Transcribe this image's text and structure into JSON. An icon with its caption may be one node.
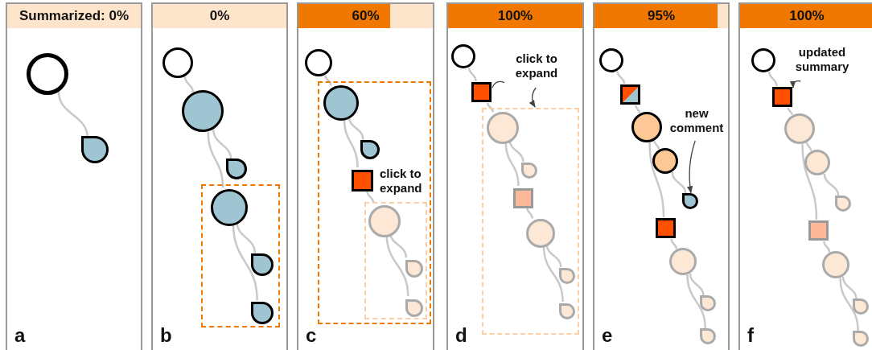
{
  "diagram": {
    "nodes": [
      {
        "text": [
          "Summarized: 0%",
          "a"
        ]
      },
      {
        "text": [],
        "shape": "circle",
        "in": 0
      },
      {
        "text": [],
        "shape": "drop",
        "in": 0
      },
      {
        "text": [
          "0%",
          "b"
        ]
      },
      {
        "text": [],
        "shape": "circle",
        "in": 3
      },
      {
        "text": [],
        "shape": "circle",
        "in": 3
      },
      {
        "text": [],
        "shape": "drop",
        "in": 3
      },
      {
        "text": [],
        "shape": "box",
        "in": 3
      },
      {
        "text": [],
        "shape": "circle",
        "in": 7
      },
      {
        "text": [],
        "shape": "drop",
        "in": 7
      },
      {
        "text": [],
        "shape": "drop",
        "in": 7
      },
      {
        "text": [
          "60%",
          "c"
        ]
      },
      {
        "text": [],
        "shape": "circle",
        "in": 11
      },
      {
        "text": [],
        "shape": "box",
        "in": 11
      },
      {
        "text": [],
        "shape": "circle",
        "in": 13
      },
      {
        "text": [],
        "shape": "drop",
        "in": 13
      },
      {
        "text": [],
        "shape": "box",
        "in": 13,
        "beside": [
          "click to expand"
        ]
      },
      {
        "text": [],
        "shape": "box",
        "in": 13
      },
      {
        "text": [],
        "shape": "circle",
        "in": 17
      },
      {
        "text": [],
        "shape": "drop",
        "in": 17
      },
      {
        "text": [],
        "shape": "drop",
        "in": 17
      },
      {
        "text": [
          "100%",
          "d"
        ]
      },
      {
        "text": [],
        "shape": "circle",
        "in": 21
      },
      {
        "text": [
          "click to expand"
        ],
        "in": 21
      },
      {
        "text": [],
        "shape": "box",
        "in": 21
      },
      {
        "text": [],
        "shape": "box",
        "in": 21
      },
      {
        "text": [],
        "shape": "circle",
        "in": 25
      },
      {
        "text": [],
        "shape": "drop",
        "in": 25
      },
      {
        "text": [],
        "shape": "box",
        "in": 25
      },
      {
        "text": [],
        "shape": "circle",
        "in": 25
      },
      {
        "text": [],
        "shape": "drop",
        "in": 25
      },
      {
        "text": [],
        "shape": "drop",
        "in": 25
      },
      {
        "text": [
          "95%",
          "e"
        ]
      },
      {
        "text": [],
        "shape": "circle",
        "in": 32
      },
      {
        "text": [],
        "shape": "box",
        "in": 32
      },
      {
        "text": [],
        "shape": "circle",
        "in": 32
      },
      {
        "text": [
          "new comment"
        ],
        "in": 32
      },
      {
        "text": [],
        "shape": "circle",
        "in": 32
      },
      {
        "text": [],
        "shape": "drop",
        "in": 32
      },
      {
        "text": [],
        "shape": "box",
        "in": 32
      },
      {
        "text": [],
        "shape": "circle",
        "in": 32
      },
      {
        "text": [],
        "shape": "drop",
        "in": 32
      },
      {
        "text": [],
        "shape": "drop",
        "in": 32
      },
      {
        "text": [
          "100%",
          "f"
        ]
      },
      {
        "text": [],
        "shape": "circle",
        "in": 43
      },
      {
        "text": [
          "updated summary"
        ],
        "in": 43
      },
      {
        "text": [],
        "shape": "box",
        "in": 43
      },
      {
        "text": [],
        "shape": "circle",
        "in": 43
      },
      {
        "text": [],
        "shape": "circle",
        "in": 43
      },
      {
        "text": [],
        "shape": "drop",
        "in": 43
      },
      {
        "text": [],
        "shape": "box",
        "in": 43
      },
      {
        "text": [],
        "shape": "circle",
        "in": 43
      },
      {
        "text": [],
        "shape": "drop",
        "in": 43
      },
      {
        "text": [],
        "shape": "drop",
        "in": 43
      }
    ],
    "edges": [
      {
        "from": 1,
        "to": 2,
        "arrow": "none"
      },
      {
        "from": 4,
        "to": 5,
        "arrow": "none"
      },
      {
        "from": 5,
        "to": 6,
        "arrow": "none"
      },
      {
        "from": 5,
        "to": 8,
        "arrow": "none"
      },
      {
        "from": 8,
        "to": 9,
        "arrow": "none"
      },
      {
        "from": 8,
        "to": 10,
        "arrow": "none"
      },
      {
        "from": 12,
        "to": 14,
        "arrow": "none"
      },
      {
        "from": 14,
        "to": 15,
        "arrow": "none"
      },
      {
        "from": 14,
        "to": 16,
        "arrow": "none"
      },
      {
        "from": 16,
        "to": 18,
        "arrow": "none"
      },
      {
        "from": 18,
        "to": 19,
        "arrow": "none"
      },
      {
        "from": 18,
        "to": 20,
        "arrow": "none"
      },
      {
        "from": 22,
        "to": 24,
        "arrow": "none"
      },
      {
        "from": 24,
        "to": 26,
        "arrow": "none"
      },
      {
        "from": 26,
        "to": 27,
        "arrow": "none"
      },
      {
        "from": 26,
        "to": 28,
        "arrow": "none"
      },
      {
        "from": 28,
        "to": 29,
        "arrow": "none"
      },
      {
        "from": 29,
        "to": 30,
        "arrow": "none"
      },
      {
        "from": 29,
        "to": 31,
        "arrow": "none"
      },
      {
        "from": 23,
        "to": 24,
        "arrow": "none",
        "color": "#444444"
      },
      {
        "from": 23,
        "to": 25,
        "arrow": "to",
        "color": "#444444"
      },
      {
        "from": 33,
        "to": 34,
        "arrow": "none"
      },
      {
        "from": 34,
        "to": 35,
        "arrow": "none"
      },
      {
        "from": 35,
        "to": 37,
        "arrow": "none"
      },
      {
        "from": 37,
        "to": 38,
        "arrow": "none"
      },
      {
        "from": 35,
        "to": 39,
        "arrow": "none"
      },
      {
        "from": 39,
        "to": 40,
        "arrow": "none"
      },
      {
        "from": 40,
        "to": 41,
        "arrow": "none"
      },
      {
        "from": 40,
        "to": 42,
        "arrow": "none"
      },
      {
        "from": 36,
        "to": 38,
        "arrow": "to",
        "color": "#444444"
      },
      {
        "from": 44,
        "to": 46,
        "arrow": "none"
      },
      {
        "from": 46,
        "to": 47,
        "arrow": "none"
      },
      {
        "from": 47,
        "to": 48,
        "arrow": "none"
      },
      {
        "from": 48,
        "to": 49,
        "arrow": "none"
      },
      {
        "from": 47,
        "to": 50,
        "arrow": "none"
      },
      {
        "from": 50,
        "to": 51,
        "arrow": "none"
      },
      {
        "from": 51,
        "to": 52,
        "arrow": "none"
      },
      {
        "from": 51,
        "to": 53,
        "arrow": "none"
      },
      {
        "from": 45,
        "to": 46,
        "arrow": "to",
        "color": "#444444"
      }
    ]
  }
}
